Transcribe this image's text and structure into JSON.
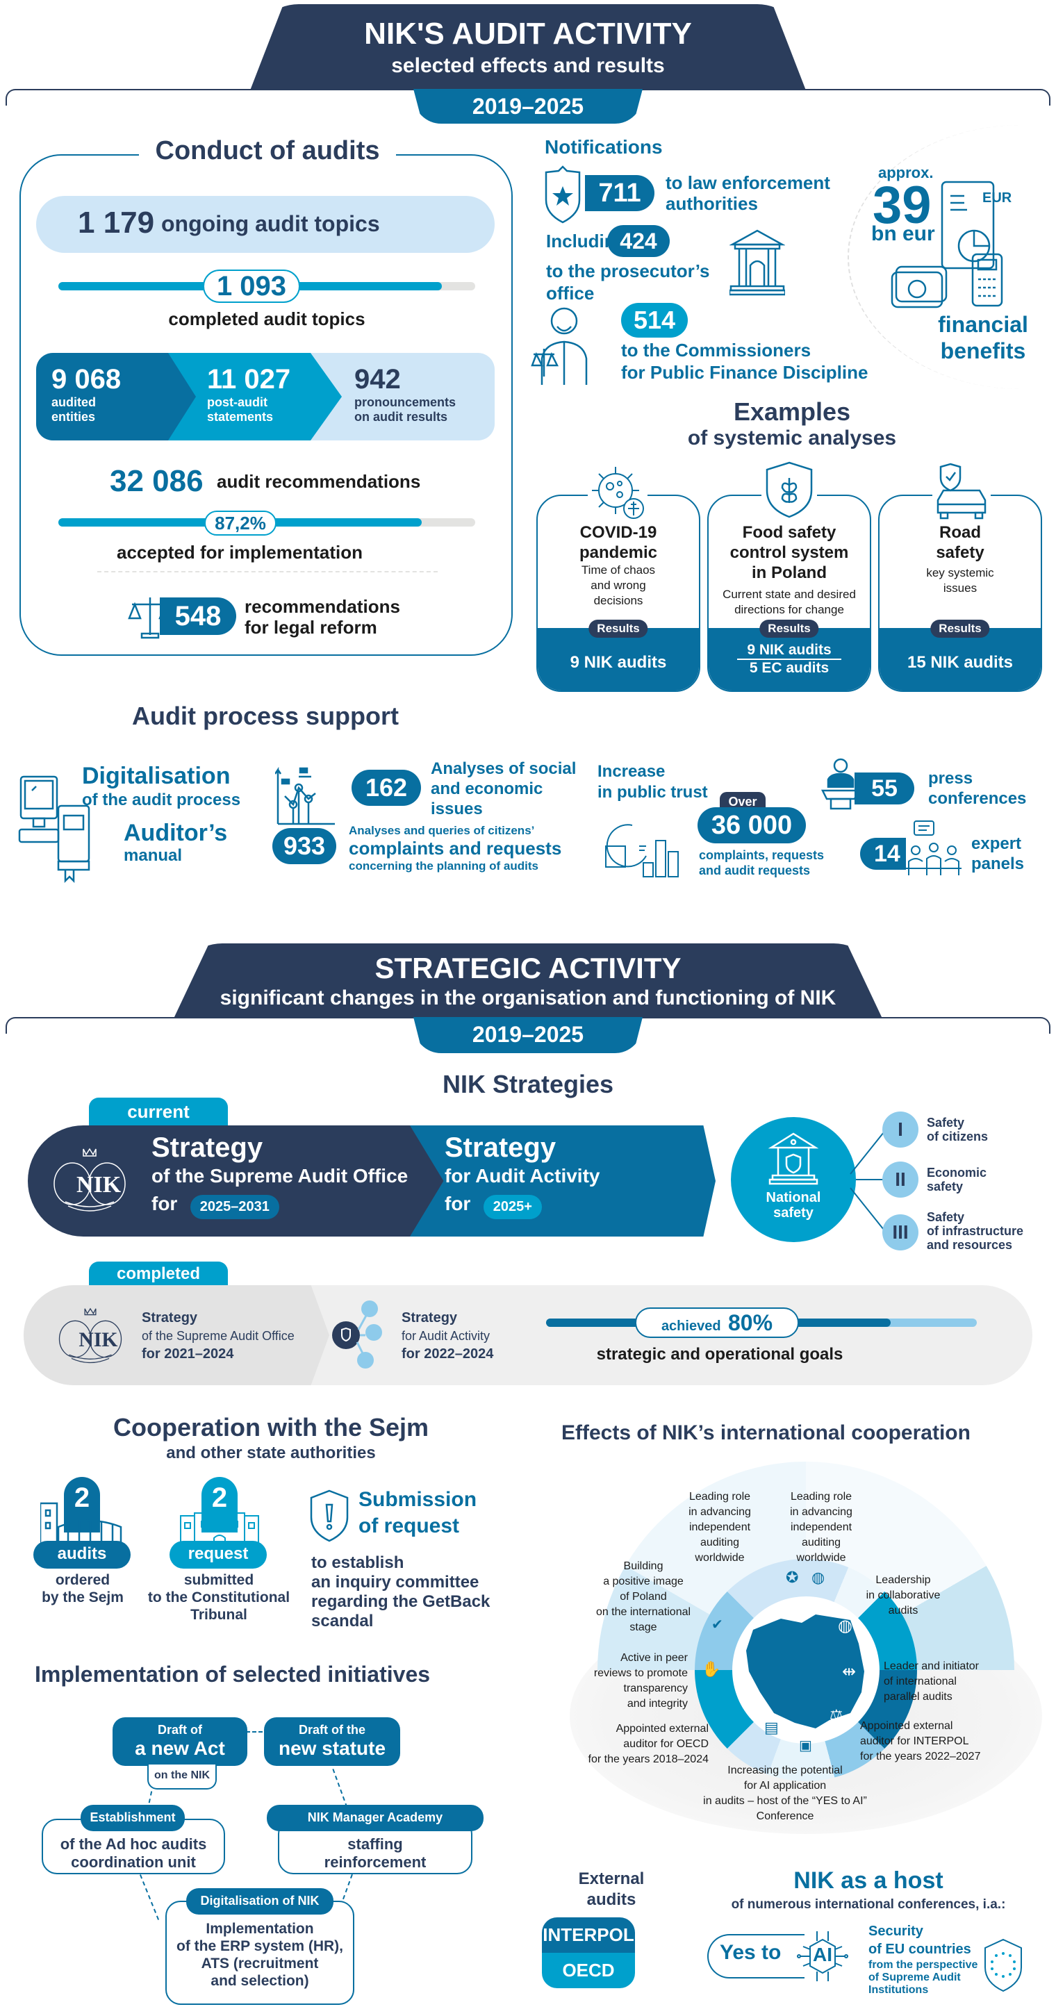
{
  "audit_section": {
    "title": "NIK'S AUDIT ACTIVITY",
    "subtitle": "selected effects and results",
    "years": "2019–2025"
  },
  "conduct": {
    "title": "Conduct of audits",
    "ongoing_value": "1 179",
    "ongoing_label": "ongoing audit topics",
    "completed_value": "1 093",
    "completed_label": "completed audit topics",
    "completed_fill_pct": 92,
    "stats": [
      {
        "value": "9 068",
        "label1": "audited",
        "label2": "entities"
      },
      {
        "value": "11 027",
        "label1": "post-audit",
        "label2": "statements"
      },
      {
        "value": "942",
        "label1": "pronouncements",
        "label2": "on audit results"
      }
    ],
    "recommendations_value": "32 086",
    "recommendations_label": "audit recommendations",
    "accepted_pct": "87,2%",
    "accepted_fill_pct": 87.2,
    "accepted_label": "accepted for implementation",
    "legal_value": "548",
    "legal_label1": "recommendations",
    "legal_label2": "for legal reform"
  },
  "notifications": {
    "title": "Notifications",
    "law_value": "711",
    "law_label1": "to law enforcement",
    "law_label2": "authorities",
    "including_label": "Including",
    "prosecutor_value": "424",
    "prosecutor_label1": "to the prosecutor’s",
    "prosecutor_label2": "office",
    "commissioners_value": "514",
    "commissioners_label1": "to the Commissioners",
    "commissioners_label2": "for Public Finance Discipline"
  },
  "financial": {
    "approx": "approx.",
    "value": "39",
    "unit": "bn eur",
    "doc_label": "EUR",
    "label1": "financial",
    "label2": "benefits"
  },
  "examples": {
    "title": "Examples",
    "subtitle": "of systemic analyses",
    "results_label": "Results",
    "cards": [
      {
        "title1": "COVID-19",
        "title2": "pandemic",
        "title3": "",
        "desc": [
          "Time of chaos",
          "and wrong",
          "decisions"
        ],
        "result1": "9 NIK audits",
        "result2": ""
      },
      {
        "title1": "Food safety",
        "title2": "control system",
        "title3": "in Poland",
        "desc": [
          "Current state and desired",
          "directions for change"
        ],
        "result1": "9 NIK audits",
        "result2": "5 EC audits"
      },
      {
        "title1": "Road",
        "title2": "safety",
        "title3": "",
        "desc": [
          "key systemic",
          "issues"
        ],
        "result1": "15 NIK audits",
        "result2": ""
      }
    ]
  },
  "support": {
    "title": "Audit process support",
    "digital_title": "Digitalisation",
    "digital_sub": "of the audit process",
    "manual_title": "Auditor’s",
    "manual_sub": "manual",
    "analyses_value": "162",
    "analyses_label": [
      "Analyses of social",
      "and economic",
      "issues"
    ],
    "complaints_value": "933",
    "complaints_small": "Analyses and queries of citizens’",
    "complaints_big": "complaints and requests",
    "complaints_sub": "concerning the planning of audits",
    "trust_title1": "Increase",
    "trust_title2": "in public trust",
    "over_label": "Over",
    "trust_value": "36 000",
    "trust_label1": "complaints, requests",
    "trust_label2": "and audit requests",
    "press_value": "55",
    "press_label1": "press",
    "press_label2": "conferences",
    "panels_value": "14",
    "panels_label1": "expert",
    "panels_label2": "panels"
  },
  "strategic_section": {
    "title": "STRATEGIC ACTIVITY",
    "subtitle": "significant changes in the organisation and functioning of NIK",
    "years": "2019–2025"
  },
  "strategies": {
    "title": "NIK Strategies",
    "current_tab": "current",
    "current": [
      {
        "title": "Strategy",
        "sub": "of the Supreme Audit Office",
        "for": "for",
        "period": "2025–2031"
      },
      {
        "title": "Strategy",
        "sub": "for Audit Activity",
        "for": "for",
        "period": "2025+"
      }
    ],
    "national_safety": "National safety",
    "pillars": [
      {
        "num": "I",
        "label1": "Safety",
        "label2": "of citizens",
        "label3": ""
      },
      {
        "num": "II",
        "label1": "Economic",
        "label2": "safety",
        "label3": ""
      },
      {
        "num": "III",
        "label1": "Safety",
        "label2": "of infrastructure",
        "label3": "and resources"
      }
    ],
    "completed_tab": "completed",
    "completed": [
      {
        "title": "Strategy",
        "sub": "of the Supreme Audit Office",
        "period": "for 2021–2024"
      },
      {
        "title": "Strategy",
        "sub": "for Audit Activity",
        "period": "for 2022–2024"
      }
    ],
    "achieved_label": "achieved",
    "achieved_value": "80%",
    "achieved_fill_pct": 80,
    "goals_label": "strategic and operational goals"
  },
  "sejm": {
    "title": "Cooperation with the Sejm",
    "subtitle": "and other state authorities",
    "audits_value": "2",
    "audits_label": "audits",
    "audits_desc1": "ordered",
    "audits_desc2": "by the Sejm",
    "request_value": "2",
    "request_label": "request",
    "request_desc1": "submitted",
    "request_desc2": "to the Constitutional",
    "request_desc3": "Tribunal",
    "submission_title1": "Submission",
    "submission_title2": "of request",
    "submission_desc": [
      "to establish",
      "an inquiry committee",
      "regarding the GetBack",
      "scandal"
    ]
  },
  "international": {
    "title": "Effects of NIK’s international cooperation",
    "items": [
      {
        "text": [
          "Leading role",
          "in advancing",
          "independent",
          "auditing",
          "worldwide"
        ]
      },
      {
        "text": [
          "Leading role",
          "in advancing",
          "independent",
          "auditing",
          "worldwide"
        ]
      },
      {
        "text": [
          "Leadership",
          "in collaborative",
          "audits"
        ]
      },
      {
        "text": [
          "Leader and initiator",
          "of international",
          "parallel audits"
        ]
      },
      {
        "text": [
          "Appointed external",
          "auditor for INTERPOL",
          "for the years 2022–2027"
        ]
      },
      {
        "text": [
          "Increasing the potential",
          "for AI application",
          "in audits – host of the “YES to AI”",
          "Conference"
        ]
      },
      {
        "text": [
          "Appointed external",
          "auditor for OECD",
          "for the years 2018–2024"
        ]
      },
      {
        "text": [
          "Active in peer",
          "reviews to promote",
          "transparency",
          "and integrity"
        ]
      },
      {
        "text": [
          "Building",
          "a positive image",
          "of Poland",
          "on the international",
          "stage"
        ]
      }
    ]
  },
  "initiatives": {
    "title": "Implementation of selected initiatives",
    "act_small": "Draft of",
    "act_big": "a new Act",
    "act_sub": "on the NIK",
    "statute_small": "Draft of the",
    "statute_big": "new statute",
    "establishment_head": "Establishment",
    "establishment_body": [
      "of the Ad hoc audits",
      "coordination unit"
    ],
    "academy_head": "NIK Manager Academy",
    "academy_body": [
      "staffing",
      "reinforcement"
    ],
    "digital_head": "Digitalisation of NIK",
    "digital_body": [
      "Implementation",
      "of the ERP system (HR),",
      "ATS (recruitment",
      "and selection)"
    ]
  },
  "external": {
    "title1": "External",
    "title2": "audits",
    "items": [
      "INTERPOL",
      "OECD"
    ]
  },
  "host": {
    "title": "NIK as a host",
    "subtitle": "of numerous international conferences, i.a.:",
    "yes_to": "Yes to",
    "ai": "AI",
    "security_title1": "Security",
    "security_title2": "of EU countries",
    "security_desc": [
      "from the perspective",
      "of Supreme Audit",
      "Institutions"
    ]
  }
}
